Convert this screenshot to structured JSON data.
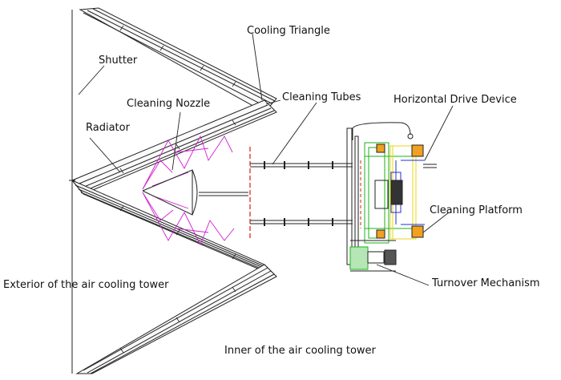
{
  "labels": {
    "cooling_triangle": "Cooling Triangle",
    "shutter": "Shutter",
    "cleaning_nozzle": "Cleaning Nozzle",
    "cleaning_tubes": "Cleaning Tubes",
    "horizontal_drive_device": "Horizontal Drive Device",
    "radiator": "Radiator",
    "cleaning_platform": "Cleaning Platform",
    "exterior": "Exterior of the air cooling tower",
    "turnover_mechanism": "Turnover Mechanism",
    "inner": "Inner of the air cooling tower"
  },
  "colors": {
    "line": "#222222",
    "nozzle_spray": "#d21fd2",
    "red_rail": "#e01818",
    "green_frame": "#19b219",
    "yellow_frame": "#e8d418",
    "orange_block": "#f2a020",
    "blue_part": "#2030d0"
  }
}
